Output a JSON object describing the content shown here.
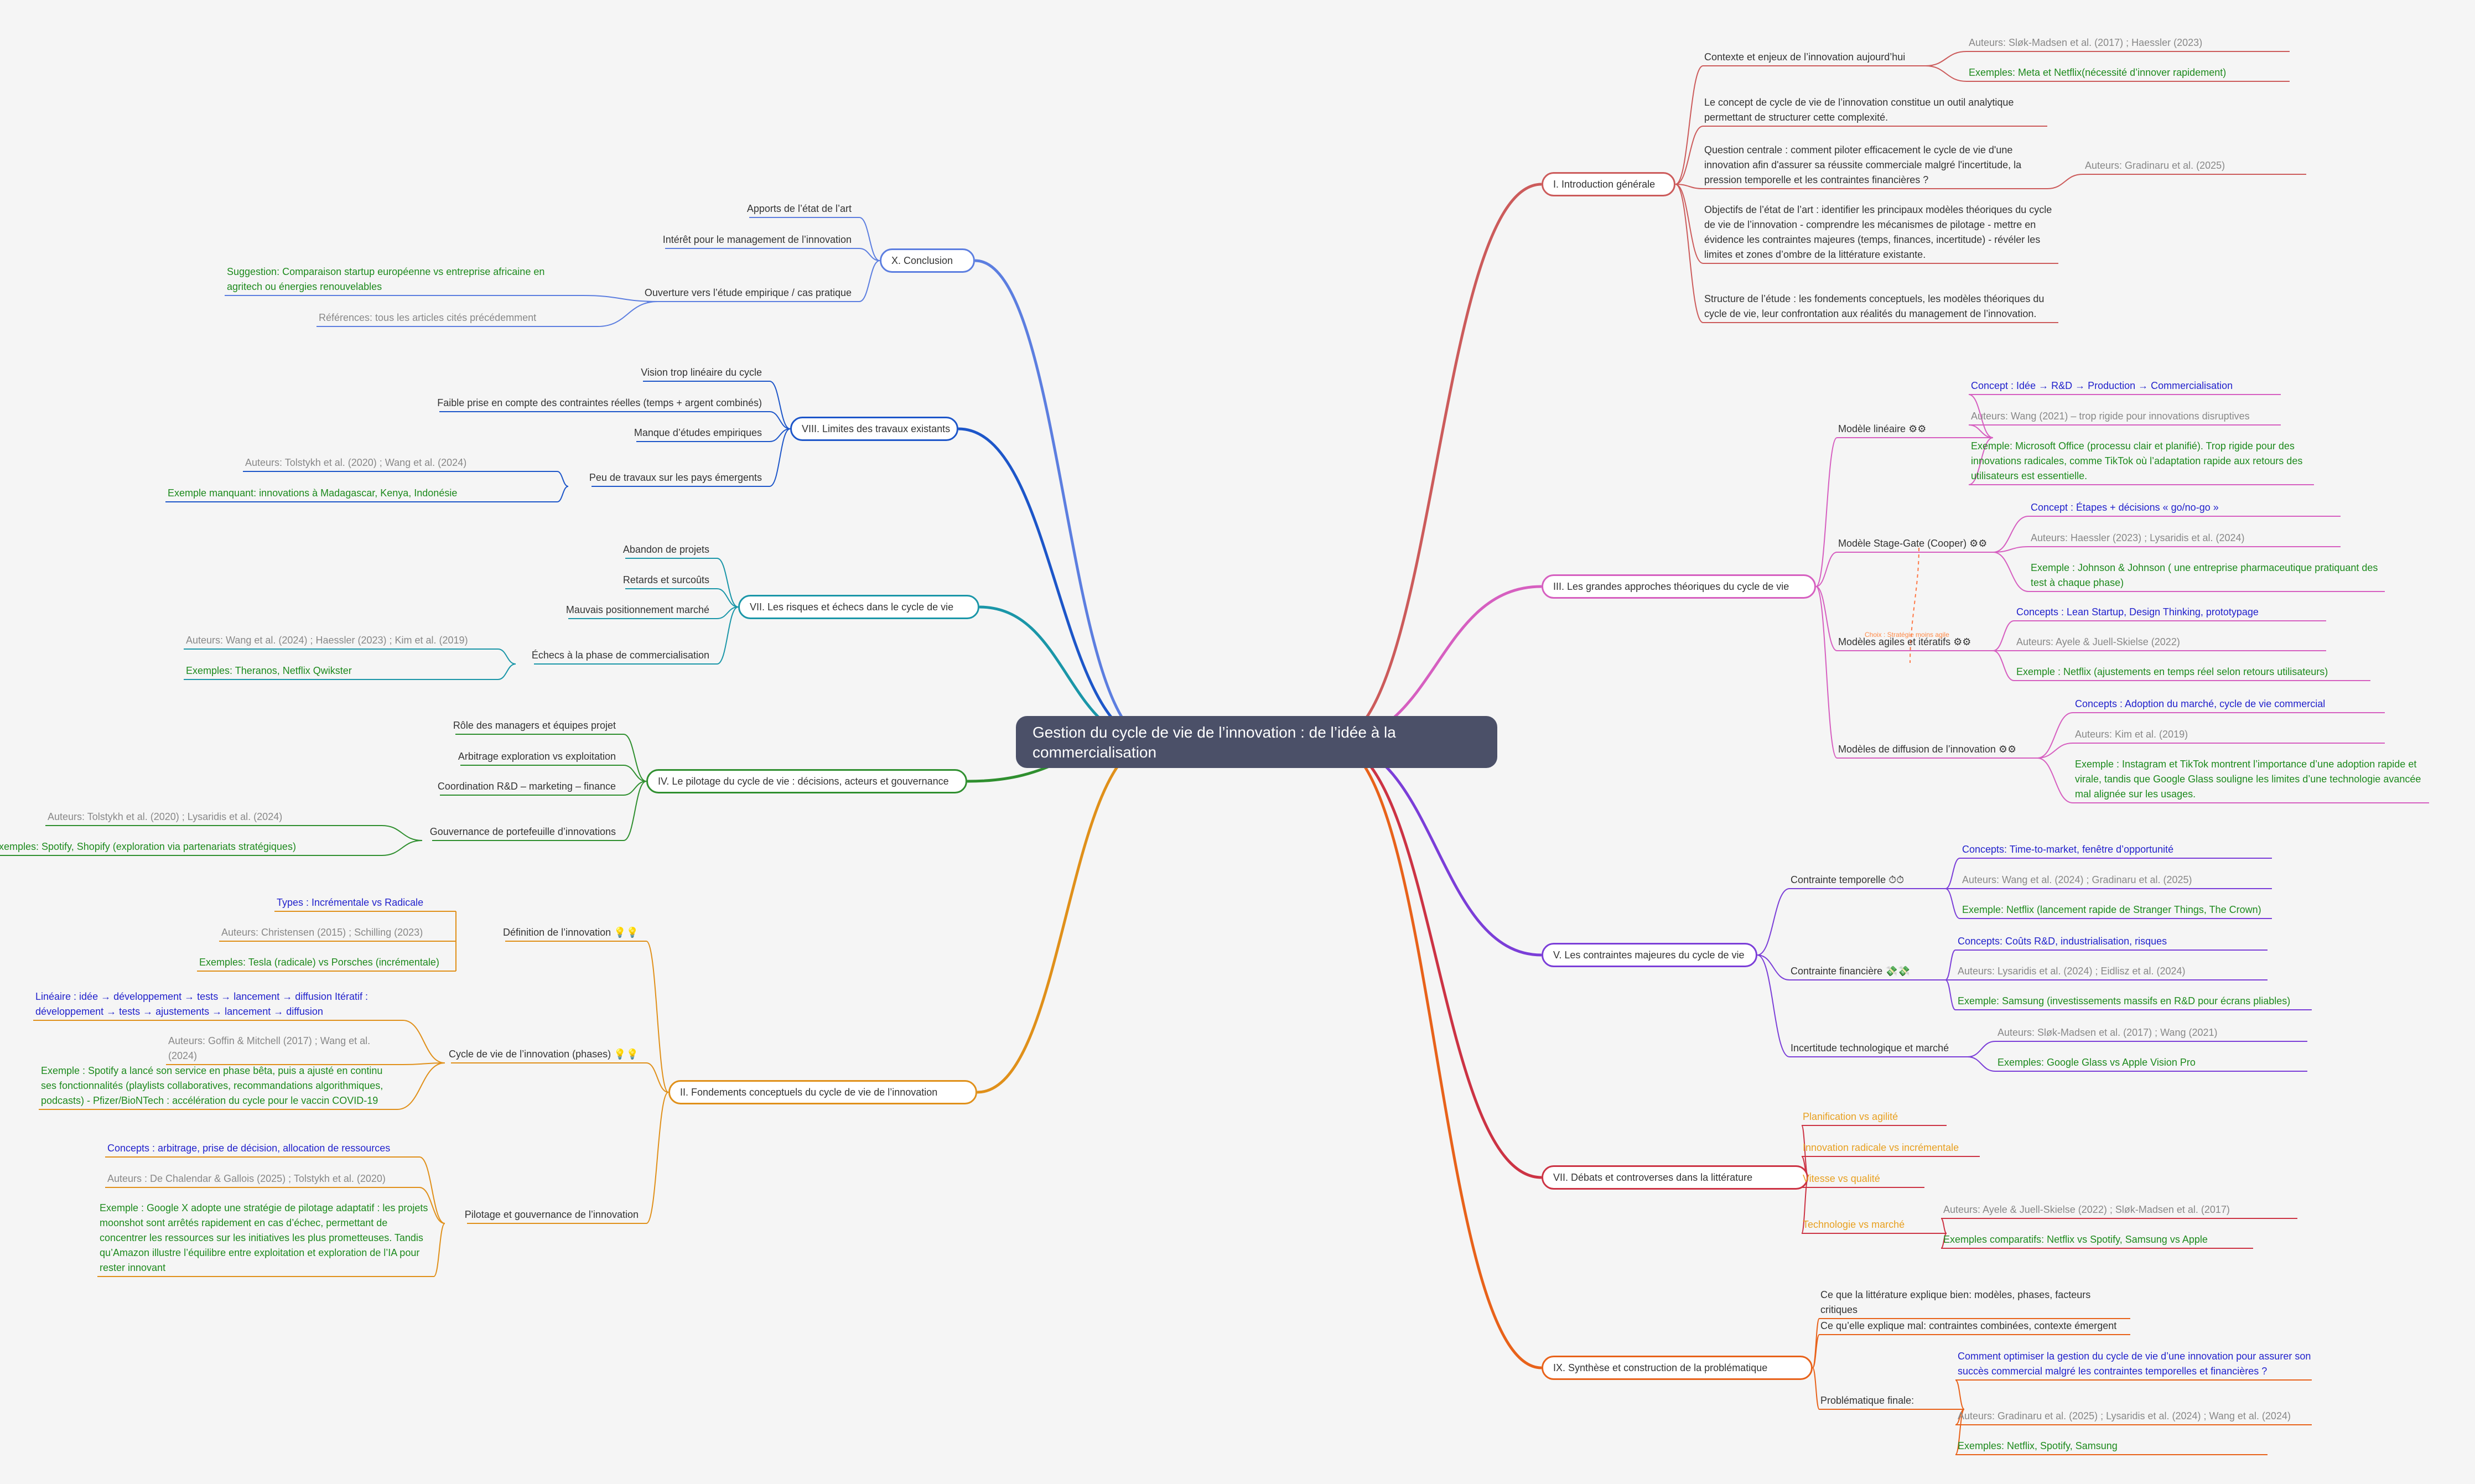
{
  "root": {
    "title": "Gestion du cycle de vie de l’innovation : de l’idée à la commercialisation"
  },
  "branches": [
    {
      "title": "I. Introduction générale",
      "color": "#cc5b5b",
      "side": "right",
      "children": [
        {
          "text": "Contexte et enjeux de l’innovation aujourd’hui",
          "children": [
            {
              "text": "Auteurs: Sløk-Madsen et al. (2017) ; Haessler (2023)",
              "kind": "author"
            },
            {
              "text": "Exemples: Meta et Netflix(nécessité d’innover rapidement)",
              "kind": "example"
            }
          ]
        },
        {
          "text": "Le concept de cycle de vie de l’innovation constitue un outil analytique permettant de structurer cette complexité."
        },
        {
          "text": "Question centrale : comment piloter efficacement le cycle de vie d'une innovation afin d'assurer sa réussite commerciale malgré l'incertitude, la pression temporelle et les contraintes financières ?",
          "children": [
            {
              "text": "Auteurs: Gradinaru et al. (2025)",
              "kind": "author"
            }
          ]
        },
        {
          "text": "Objectifs de l’état de l’art : identifier les principaux modèles théoriques du cycle de vie de l’innovation - comprendre les mécanismes de pilotage - mettre en évidence les contraintes majeures (temps, finances, incertitude) - révéler les limites et zones d’ombre de la littérature existante."
        },
        {
          "text": "Structure de l’étude : les fondements conceptuels, les modèles théoriques du cycle de vie, leur confrontation aux réalités du management de l’innovation."
        }
      ]
    },
    {
      "title": "III. Les grandes approches théoriques du cycle de vie",
      "color": "#d65fc0",
      "side": "right",
      "children": [
        {
          "text": "Modèle linéaire ⚙⚙",
          "children": [
            {
              "text": "Concept : Idée → R&D → Production → Commercialisation",
              "kind": "concept"
            },
            {
              "text": "Auteurs: Wang (2021) – trop rigide pour innovations disruptives",
              "kind": "author"
            },
            {
              "text": "Exemple: Microsoft Office (processu clair et planifié). Trop rigide pour des innovations radicales, comme TikTok où l’adaptation rapide aux retours des utilisateurs est essentielle.",
              "kind": "example"
            }
          ]
        },
        {
          "text": "Modèle Stage-Gate (Cooper) ⚙⚙",
          "children": [
            {
              "text": "Concept : Étapes + décisions « go/no-go »",
              "kind": "concept"
            },
            {
              "text": "Auteurs: Haessler (2023) ; Lysaridis et al. (2024)",
              "kind": "author"
            },
            {
              "text": "Exemple : Johnson & Johnson ( une entreprise pharmaceutique pratiquant des test à chaque phase)",
              "kind": "example"
            }
          ]
        },
        {
          "text": "Modèles agiles et itératifs ⚙⚙",
          "children": [
            {
              "text": "Concepts : Lean Startup, Design Thinking, prototypage",
              "kind": "concept"
            },
            {
              "text": "Auteurs: Ayele & Juell-Skielse (2022)",
              "kind": "author"
            },
            {
              "text": "Exemple : Netflix (ajustements en temps réel selon retours utilisateurs)",
              "kind": "example"
            }
          ]
        },
        {
          "text": "Modèles de diffusion de l’innovation ⚙⚙",
          "children": [
            {
              "text": "Concepts : Adoption du marché, cycle de vie commercial",
              "kind": "concept"
            },
            {
              "text": "Auteurs: Kim et al. (2019)",
              "kind": "author"
            },
            {
              "text": "Exemple : Instagram et TikTok montrent l’importance d’une adoption rapide et virale, tandis que Google Glass souligne les limites d’une technologie avancée mal alignée sur les usages.",
              "kind": "example"
            }
          ]
        }
      ]
    },
    {
      "title": "V. Les contraintes majeures du cycle de vie",
      "color": "#7b3ed8",
      "side": "right",
      "children": [
        {
          "text": "Contrainte temporelle ⏱⏱",
          "children": [
            {
              "text": "Concepts: Time-to-market, fenêtre d’opportunité",
              "kind": "concept"
            },
            {
              "text": "Auteurs: Wang et al. (2024) ; Gradinaru et al. (2025)",
              "kind": "author"
            },
            {
              "text": "Exemple: Netflix (lancement rapide de Stranger Things, The Crown)",
              "kind": "example"
            }
          ]
        },
        {
          "text": "Contrainte financière 💸💸",
          "children": [
            {
              "text": "Concepts: Coûts R&D, industrialisation, risques",
              "kind": "concept"
            },
            {
              "text": "Auteurs: Lysaridis et al. (2024) ; Eidlisz et al. (2024)",
              "kind": "author"
            },
            {
              "text": "Exemple: Samsung (investissements massifs en R&D pour écrans pliables)",
              "kind": "example"
            }
          ]
        },
        {
          "text": "Incertitude technologique et marché",
          "children": [
            {
              "text": "Auteurs: Sløk-Madsen et al. (2017) ; Wang (2021)",
              "kind": "author"
            },
            {
              "text": "Exemples: Google Glass vs Apple Vision Pro",
              "kind": "example"
            }
          ]
        }
      ]
    },
    {
      "title": "VII. Débats et controverses dans la littérature",
      "color": "#cc3344",
      "side": "right",
      "children": [
        {
          "text": "Planification vs agilité",
          "kind": "orange"
        },
        {
          "text": "Innovation radicale vs incrémentale",
          "kind": "orange"
        },
        {
          "text": "Vitesse vs qualité",
          "kind": "orange"
        },
        {
          "text": "Technologie vs marché",
          "kind": "orange",
          "children": [
            {
              "text": "Auteurs: Ayele & Juell-Skielse (2022) ; Sløk-Madsen et al. (2017)",
              "kind": "author"
            },
            {
              "text": "Exemples comparatifs: Netflix vs Spotify, Samsung vs Apple",
              "kind": "example"
            }
          ]
        }
      ]
    },
    {
      "title": "IX. Synthèse et construction de la problématique",
      "color": "#e8621a",
      "side": "right",
      "children": [
        {
          "text": "Ce que la littérature explique bien: modèles, phases, facteurs critiques"
        },
        {
          "text": "Ce qu’elle explique mal: contraintes combinées, contexte émergent"
        },
        {
          "text": "Problématique finale:",
          "children": [
            {
              "text": "Comment optimiser la gestion du cycle de vie d’une innovation pour assurer son succès commercial malgré les contraintes temporelles et financières ?",
              "kind": "concept"
            },
            {
              "text": "Auteurs: Gradinaru et al. (2025) ; Lysaridis et al. (2024) ; Wang et al. (2024)",
              "kind": "author"
            },
            {
              "text": "Exemples: Netflix, Spotify, Samsung",
              "kind": "example"
            }
          ]
        }
      ]
    },
    {
      "title": "X. Conclusion",
      "color": "#5c7ee0",
      "side": "left",
      "children": [
        {
          "text": "Apports de l’état de l’art"
        },
        {
          "text": "Intérêt pour le management de l’innovation"
        },
        {
          "text": "Ouverture vers l’étude empirique / cas pratique",
          "children": [
            {
              "text": "Suggestion: Comparaison startup européenne vs entreprise africaine en agritech ou énergies renouvelables",
              "kind": "example"
            },
            {
              "text": "Références: tous les articles cités précédemment",
              "kind": "author"
            }
          ]
        }
      ]
    },
    {
      "title": "VIII. Limites des travaux existants",
      "color": "#1d56c9",
      "side": "left",
      "children": [
        {
          "text": "Vision trop linéaire du cycle"
        },
        {
          "text": "Faible prise en compte des contraintes réelles (temps + argent combinés)"
        },
        {
          "text": "Manque d’études empiriques"
        },
        {
          "text": "Peu de travaux sur les pays émergents",
          "children": [
            {
              "text": "Auteurs: Tolstykh et al. (2020) ; Wang et al. (2024)",
              "kind": "author"
            },
            {
              "text": "Exemple manquant: innovations à Madagascar, Kenya, Indonésie",
              "kind": "example"
            }
          ]
        }
      ]
    },
    {
      "title": "VII. Les risques et échecs dans le cycle de vie",
      "color": "#1a96a8",
      "side": "left",
      "children": [
        {
          "text": "Abandon de projets"
        },
        {
          "text": "Retards et surcoûts"
        },
        {
          "text": "Mauvais positionnement marché"
        },
        {
          "text": "Échecs à la phase de commercialisation",
          "children": [
            {
              "text": "Auteurs: Wang et al. (2024) ; Haessler (2023) ; Kim et al. (2019)",
              "kind": "author"
            },
            {
              "text": "Exemples: Theranos, Netflix Qwikster",
              "kind": "example"
            }
          ]
        }
      ]
    },
    {
      "title": "IV. Le pilotage du cycle de vie : décisions, acteurs et gouvernance",
      "color": "#2f8f2f",
      "side": "left",
      "children": [
        {
          "text": "Rôle des managers et équipes projet"
        },
        {
          "text": "Arbitrage exploration vs exploitation"
        },
        {
          "text": "Coordination R&D – marketing – finance"
        },
        {
          "text": "Gouvernance de portefeuille d’innovations",
          "children": [
            {
              "text": "Auteurs: Tolstykh et al. (2020) ; Lysaridis et al. (2024)",
              "kind": "author"
            },
            {
              "text": "Exemples: Spotify, Shopify (exploration via partenariats stratégiques)",
              "kind": "example"
            }
          ]
        }
      ]
    },
    {
      "title": "II. Fondements conceptuels du cycle de vie de l’innovation",
      "color": "#e0901a",
      "side": "left",
      "children": [
        {
          "text": "Définition de l’innovation 💡💡",
          "children": [
            {
              "text": "Types : Incrémentale vs Radicale",
              "kind": "concept"
            },
            {
              "text": "Auteurs: Christensen (2015) ; Schilling (2023)",
              "kind": "author"
            },
            {
              "text": "Exemples: Tesla (radicale) vs Porsches (incrémentale)",
              "kind": "example"
            }
          ]
        },
        {
          "text": "Cycle de vie de l’innovation (phases) 💡💡",
          "children": [
            {
              "text": "Linéaire : idée → développement → tests → lancement → diffusion Itératif : développement → tests → ajustements → lancement → diffusion",
              "kind": "concept"
            },
            {
              "text": "Auteurs: Goffin & Mitchell (2017) ; Wang et al. (2024)",
              "kind": "author"
            },
            {
              "text": "Exemple : Spotify a lancé son service en phase bêta, puis a ajusté en continu ses fonctionnalités (playlists collaboratives, recommandations algorithmiques, podcasts) - Pfizer/BioNTech : accélération du cycle pour le vaccin COVID-19",
              "kind": "example"
            }
          ]
        },
        {
          "text": "Pilotage et gouvernance de l’innovation",
          "children": [
            {
              "text": "Concepts : arbitrage, prise de décision, allocation de ressources",
              "kind": "concept"
            },
            {
              "text": "Auteurs : De Chalendar & Gallois (2025) ; Tolstykh et al. (2020)",
              "kind": "author"
            },
            {
              "text": "Exemple : Google X adopte une stratégie de pilotage adaptatif : les projets moonshot sont arrêtés rapidement en cas d’échec, permettant de concentrer les ressources sur les initiatives les plus prometteuses. Tandis qu’Amazon illustre l’équilibre entre exploitation et exploration de l’IA pour rester innovant",
              "kind": "example"
            }
          ]
        }
      ]
    }
  ],
  "annotation": "Choix : Stratégie moins agile"
}
